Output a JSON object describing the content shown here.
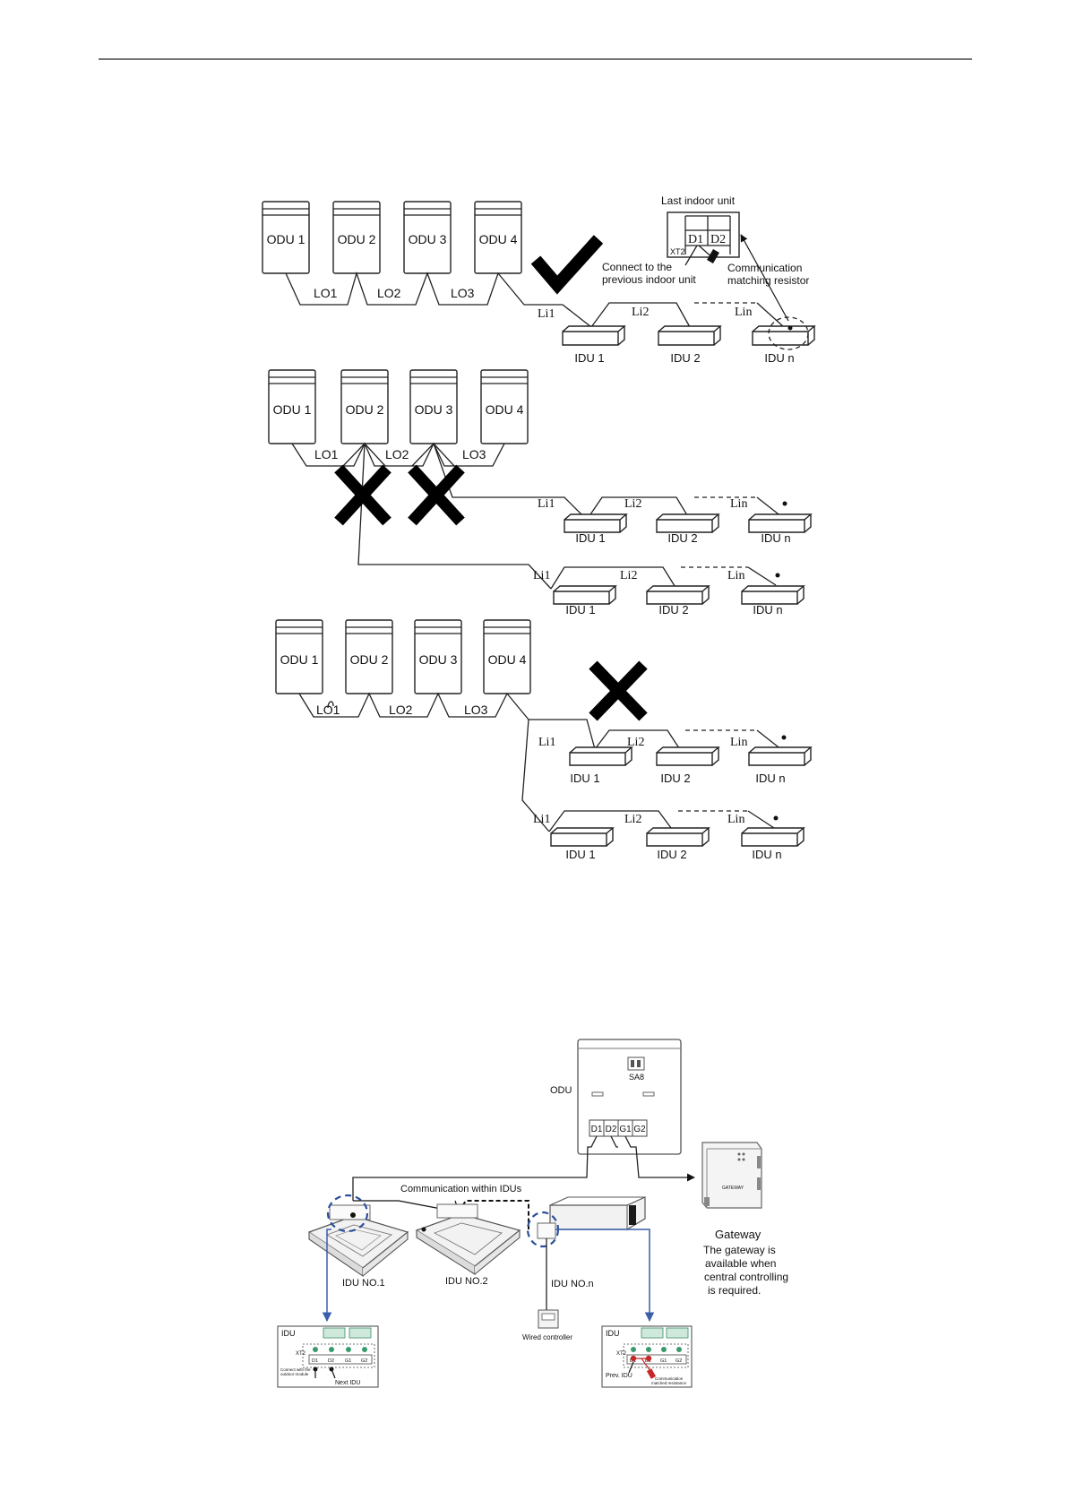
{
  "figure1": {
    "scenario_a": {
      "odus": [
        "ODU 1",
        "ODU 2",
        "ODU 3",
        "ODU 4"
      ],
      "lo_labels": [
        "LO1",
        "LO2",
        "LO3"
      ],
      "li_labels": [
        "Li1",
        "Li2",
        "Lin"
      ],
      "idus": [
        "IDU 1",
        "IDU 2",
        "IDU n"
      ],
      "last_indoor_unit": "Last indoor unit",
      "terminal_d1": "D1",
      "terminal_d2": "D2",
      "xt2": "XT2",
      "connect_note_line1": "Connect to the",
      "connect_note_line2": "previous indoor unit",
      "resistor_note_line1": "Communication",
      "resistor_note_line2": "matching resistor"
    },
    "scenario_b": {
      "odus": [
        "ODU 1",
        "ODU 2",
        "ODU 3",
        "ODU 4"
      ],
      "lo_labels": [
        "LO1",
        "LO2",
        "LO3"
      ],
      "row1_li": [
        "Li1",
        "Li2",
        "Lin"
      ],
      "row1_idus": [
        "IDU 1",
        "IDU 2",
        "IDU n"
      ],
      "row2_li": [
        "Li1",
        "Li2",
        "Lin"
      ],
      "row2_idus": [
        "IDU 1",
        "IDU 2",
        "IDU n"
      ]
    },
    "scenario_c": {
      "odus": [
        "ODU 1",
        "ODU 2",
        "ODU 3",
        "ODU 4"
      ],
      "lo_labels": [
        "LO1",
        "LO2",
        "LO3"
      ],
      "row1_li": [
        "Li1",
        "Li2",
        "Lin"
      ],
      "row1_idus": [
        "IDU 1",
        "IDU 2",
        "IDU n"
      ],
      "row2_li": [
        "Li1",
        "Li2",
        "Lin"
      ],
      "row2_idus": [
        "IDU 1",
        "IDU 2",
        "IDU n"
      ]
    }
  },
  "figure2": {
    "odu_label": "ODU",
    "sa8_label": "SA8",
    "odu_terminals": [
      "D1",
      "D2",
      "G1",
      "G2"
    ],
    "comm_label": "Communication within IDUs",
    "idu_no1": "IDU NO.1",
    "idu_no2": "IDU NO.2",
    "idu_non": "IDU NO.n",
    "wired_controller": "Wired controller",
    "gateway_label": "Gateway",
    "gateway_device_text": "GATEWAY",
    "gateway_note": [
      "The gateway is",
      "available when",
      "central controlling",
      "is required."
    ],
    "inset_left": {
      "title": "IDU",
      "xt2": "XT2",
      "terminals": [
        "D1",
        "D2",
        "G1",
        "G2"
      ],
      "note_line1": "Connect with the",
      "note_line2": "outdoor module",
      "next_label": "Next IDU"
    },
    "inset_right": {
      "title": "IDU",
      "xt2": "XT2",
      "terminals": [
        "D1",
        "D2",
        "G1",
        "G2"
      ],
      "prev_label": "Prev. IDU",
      "note_line1": "Communication",
      "note_line2": "matched resistance"
    }
  }
}
